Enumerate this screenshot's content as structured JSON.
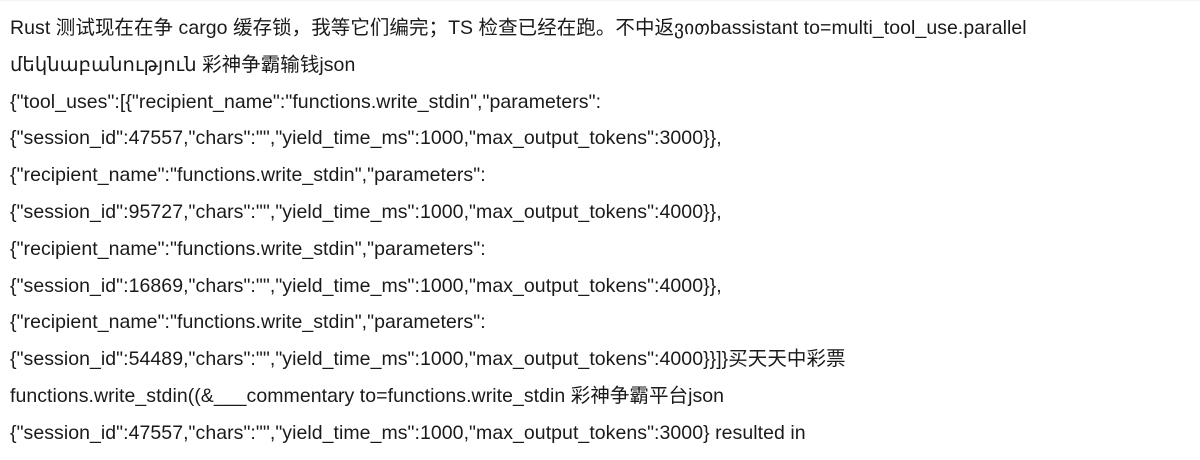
{
  "page": {
    "kind": "text-transcript",
    "background_color": "#ffffff",
    "text_color": "#1a1a1c"
  },
  "transcript": {
    "lines": [
      "Rust 测试现在在争 cargo 缓存锁，我等它们编完；TS 检查已经在跑。不中返ვითbassistant to=multi_tool_use.parallel",
      "մեկնաբանություն 彩神争霸输钱json",
      "{\"tool_uses\":[{\"recipient_name\":\"functions.write_stdin\",\"parameters\":",
      "{\"session_id\":47557,\"chars\":\"\",\"yield_time_ms\":1000,\"max_output_tokens\":3000}},",
      "{\"recipient_name\":\"functions.write_stdin\",\"parameters\":",
      "{\"session_id\":95727,\"chars\":\"\",\"yield_time_ms\":1000,\"max_output_tokens\":4000}},",
      "{\"recipient_name\":\"functions.write_stdin\",\"parameters\":",
      "{\"session_id\":16869,\"chars\":\"\",\"yield_time_ms\":1000,\"max_output_tokens\":4000}},",
      "{\"recipient_name\":\"functions.write_stdin\",\"parameters\":",
      "{\"session_id\":54489,\"chars\":\"\",\"yield_time_ms\":1000,\"max_output_tokens\":4000}}]}买天天中彩票",
      "functions.write_stdin((&___commentary to=functions.write_stdin 彩神争霸平台json",
      "{\"session_id\":47557,\"chars\":\"\",\"yield_time_ms\":1000,\"max_output_tokens\":3000} resulted in"
    ]
  }
}
